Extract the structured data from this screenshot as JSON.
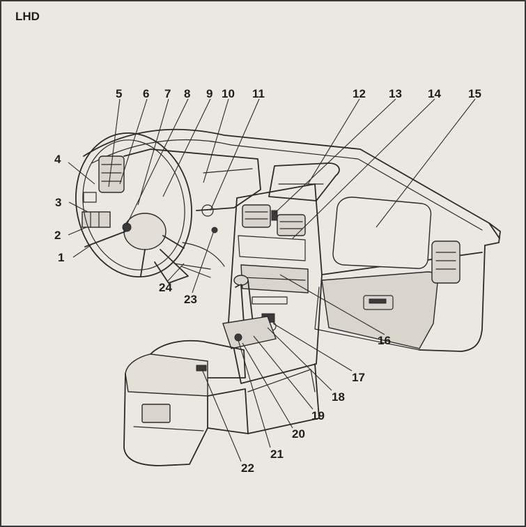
{
  "header": {
    "label": "LHD"
  },
  "callouts": [
    {
      "id": "1",
      "label": "1"
    },
    {
      "id": "2",
      "label": "2"
    },
    {
      "id": "3",
      "label": "3"
    },
    {
      "id": "4",
      "label": "4"
    },
    {
      "id": "5",
      "label": "5"
    },
    {
      "id": "6",
      "label": "6"
    },
    {
      "id": "7",
      "label": "7"
    },
    {
      "id": "8",
      "label": "8"
    },
    {
      "id": "9",
      "label": "9"
    },
    {
      "id": "10",
      "label": "10"
    },
    {
      "id": "11",
      "label": "11"
    },
    {
      "id": "12",
      "label": "12"
    },
    {
      "id": "13",
      "label": "13"
    },
    {
      "id": "14",
      "label": "14"
    },
    {
      "id": "15",
      "label": "15"
    },
    {
      "id": "16",
      "label": "16"
    },
    {
      "id": "17",
      "label": "17"
    },
    {
      "id": "18",
      "label": "18"
    },
    {
      "id": "19",
      "label": "19"
    },
    {
      "id": "20",
      "label": "20"
    },
    {
      "id": "21",
      "label": "21"
    },
    {
      "id": "22",
      "label": "22"
    },
    {
      "id": "23",
      "label": "23"
    },
    {
      "id": "24",
      "label": "24"
    }
  ]
}
